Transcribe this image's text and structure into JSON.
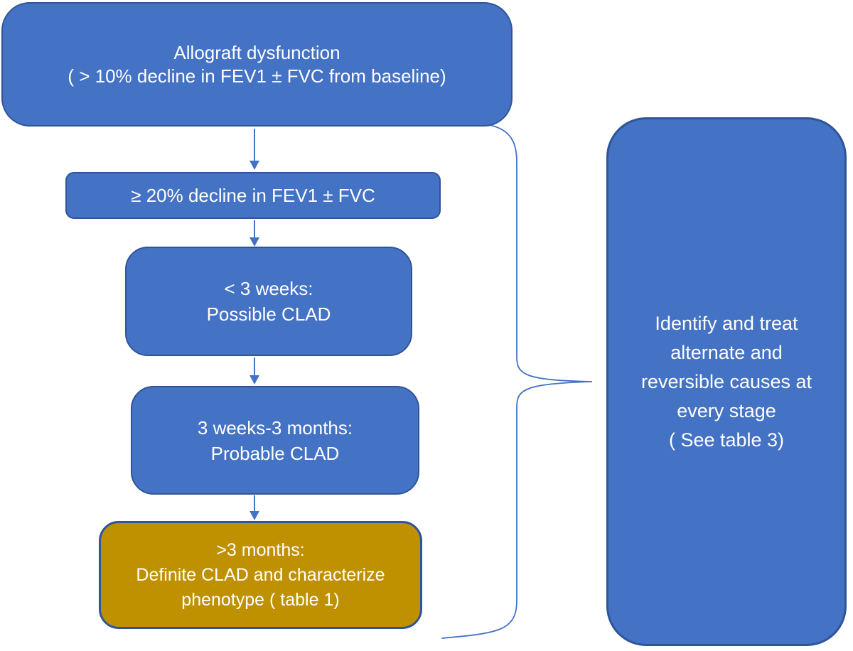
{
  "colors": {
    "node_fill": "#4472C4",
    "node_border": "#2F5597",
    "definite_fill": "#BF9000",
    "connector": "#4472C4",
    "text": "#FFFFFF"
  },
  "flow": {
    "nodes": [
      {
        "id": "allograft-dysfunction",
        "lines": [
          "Allograft dysfunction",
          "( > 10% decline in FEV1 ± FVC from baseline)"
        ]
      },
      {
        "id": "decline-20-percent",
        "lines": [
          "≥ 20% decline in FEV1 ± FVC"
        ]
      },
      {
        "id": "possible-clad",
        "lines": [
          "< 3 weeks:",
          "Possible CLAD"
        ]
      },
      {
        "id": "probable-clad",
        "lines": [
          "3 weeks-3 months:",
          "Probable CLAD"
        ]
      },
      {
        "id": "definite-clad",
        "lines": [
          ">3 months:",
          "Definite CLAD and characterize",
          "phenotype ( table 1)"
        ]
      }
    ],
    "side_note": {
      "id": "identify-and-treat",
      "lines": [
        "Identify and treat",
        "alternate and",
        "reversible causes at",
        "every stage",
        "( See table 3)"
      ]
    }
  }
}
